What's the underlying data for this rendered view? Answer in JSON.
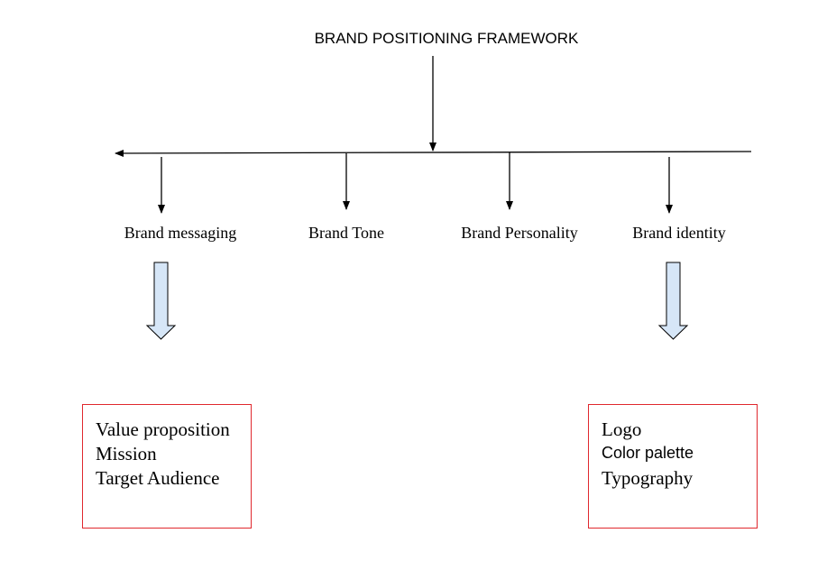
{
  "title": "BRAND POSITIONING FRAMEWORK",
  "nodes": [
    {
      "label": "Brand messaging"
    },
    {
      "label": "Brand Tone"
    },
    {
      "label": "Brand Personality"
    },
    {
      "label": "Brand identity"
    }
  ],
  "messaging_details": [
    "Value proposition",
    "Mission",
    "Target Audience"
  ],
  "identity_details": [
    "Logo",
    "Color palette",
    "Typography"
  ],
  "colors": {
    "box_border": "#e0282e",
    "block_arrow_fill": "#d6e6f7",
    "line": "#000000"
  }
}
